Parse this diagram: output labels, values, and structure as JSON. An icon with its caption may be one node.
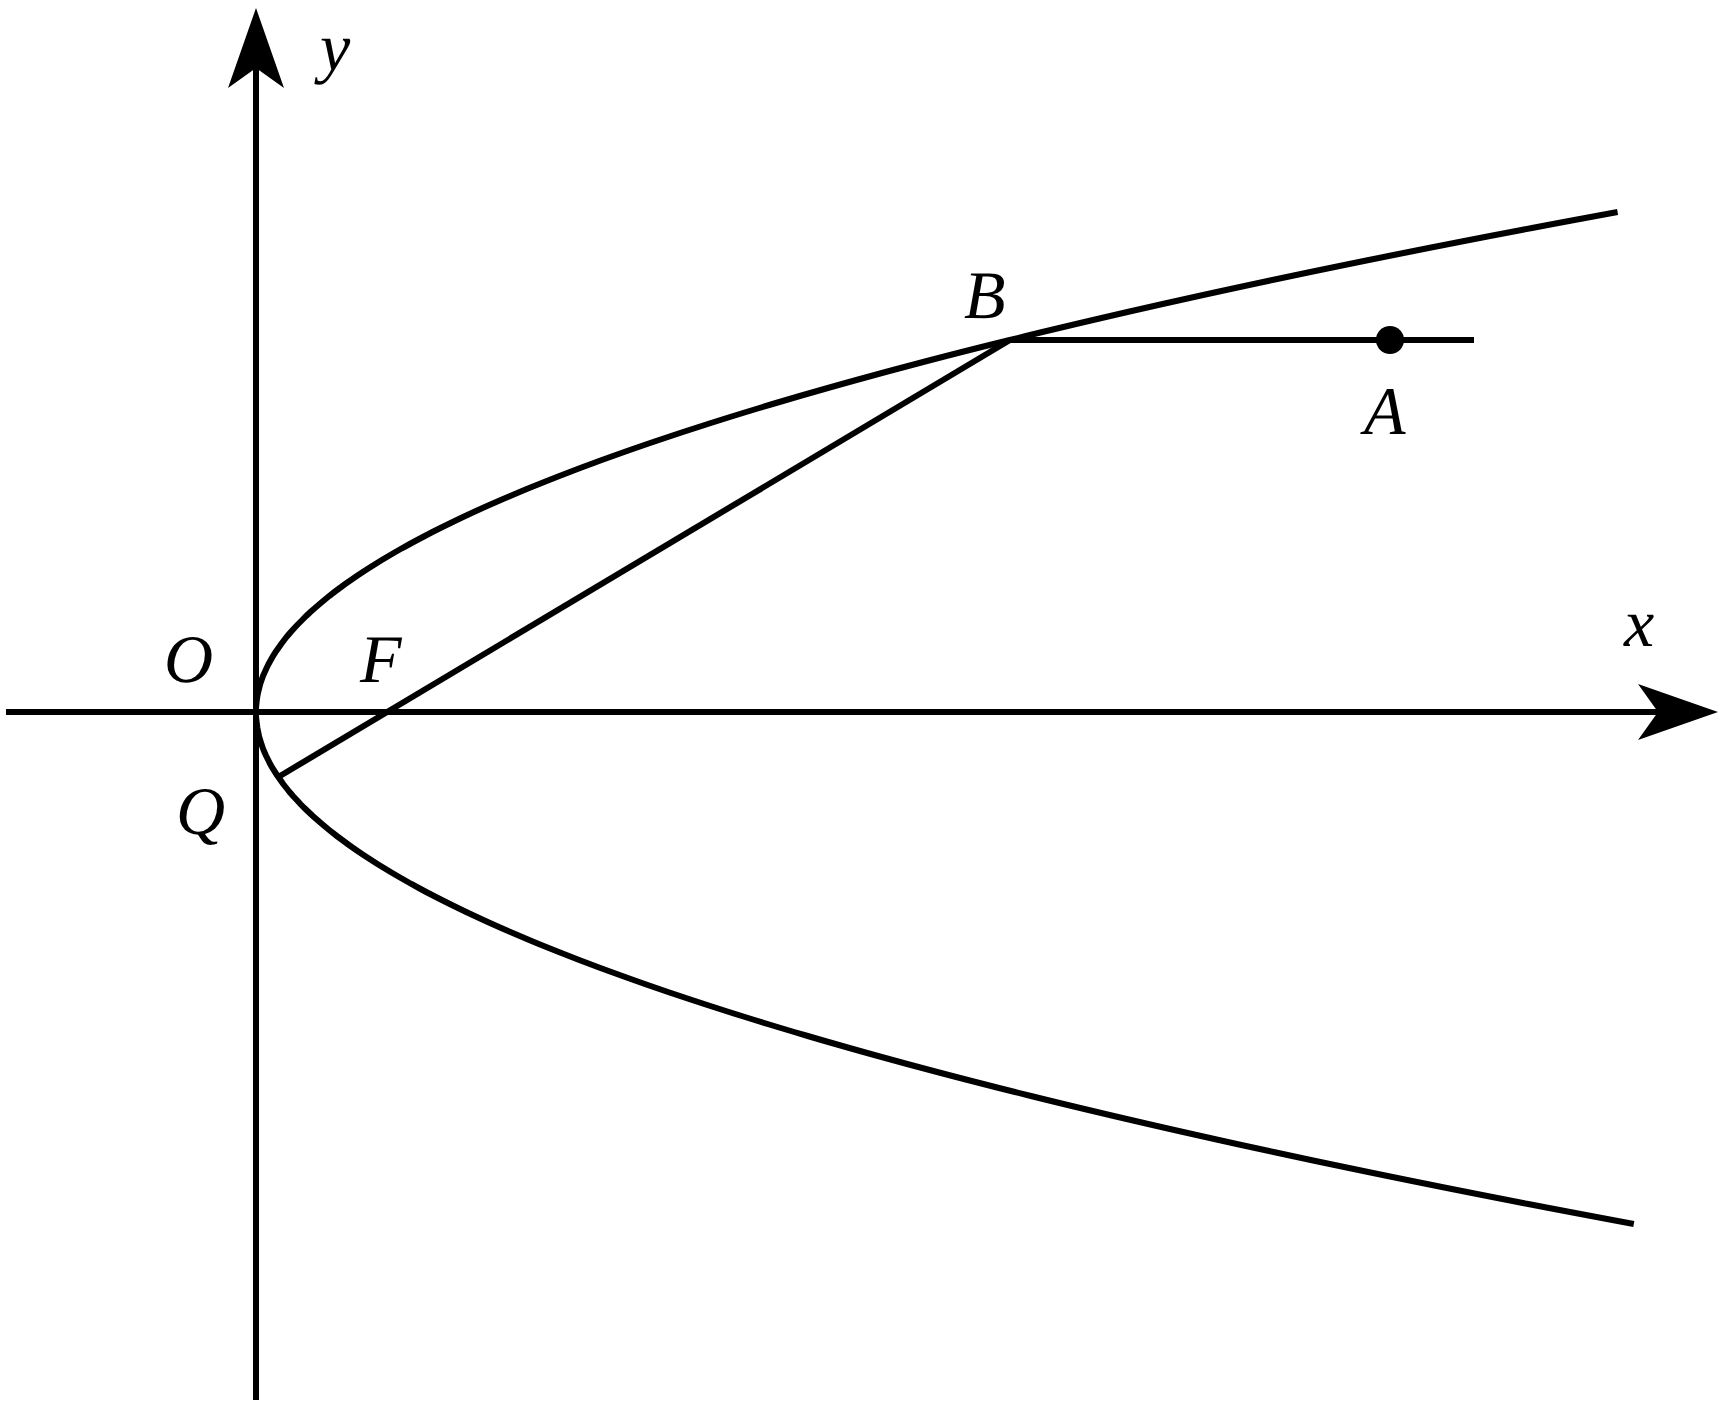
{
  "diagram": {
    "labels": [
      "y",
      "x",
      "O",
      "F",
      "B",
      "A",
      "Q"
    ]
  }
}
